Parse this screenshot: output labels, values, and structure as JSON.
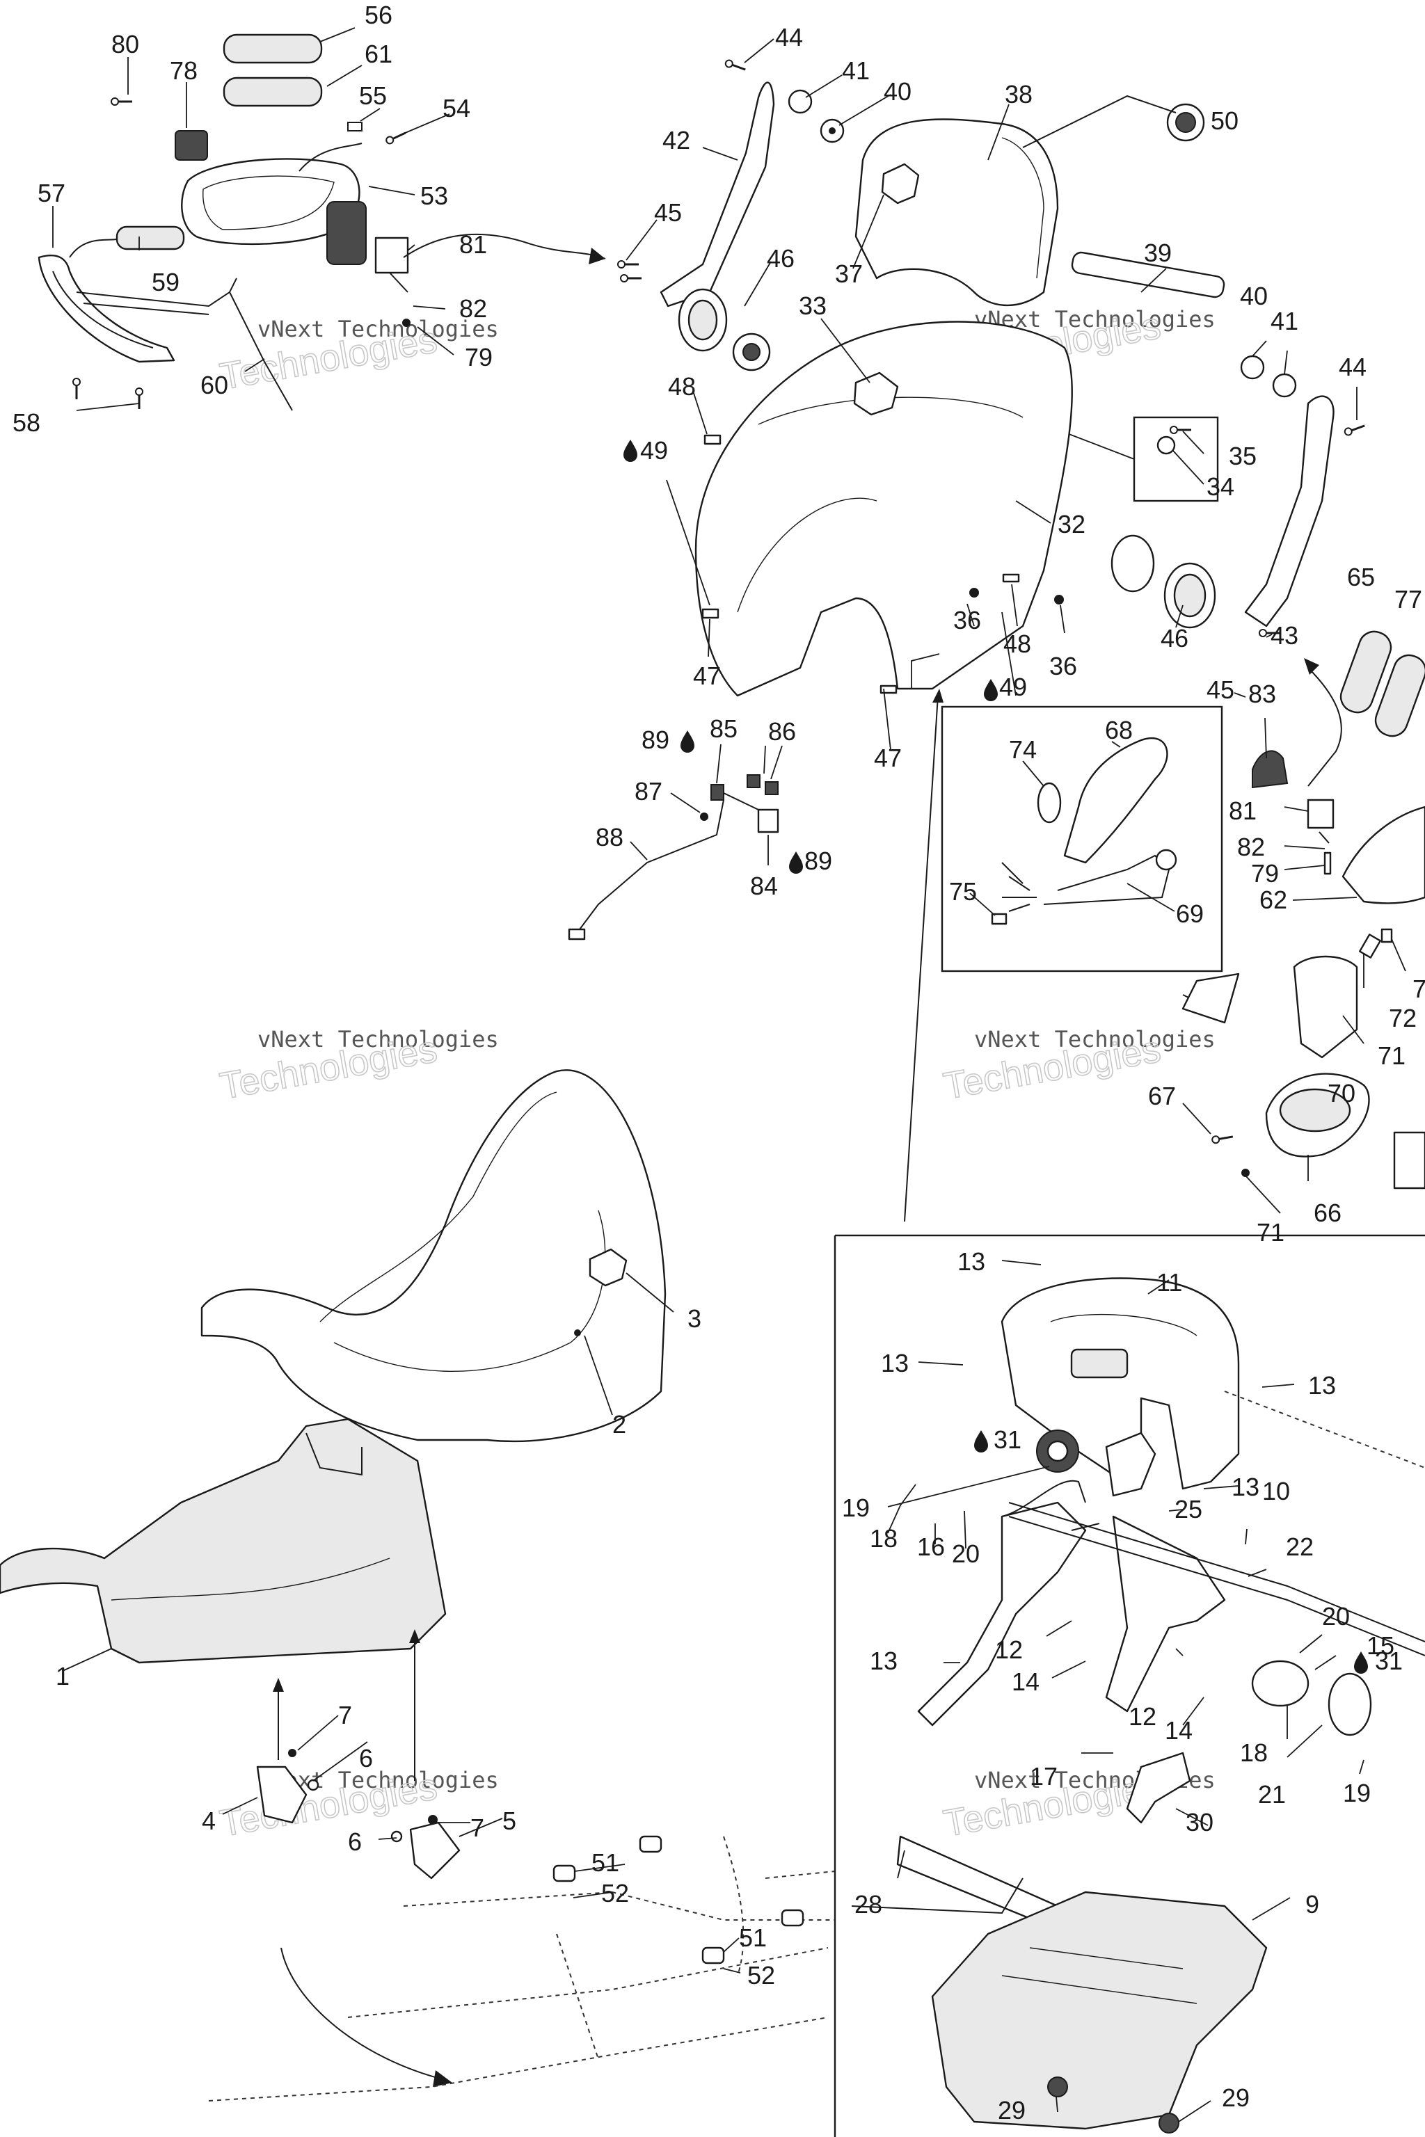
{
  "watermark": {
    "line1": "vNext Technologies",
    "line2": "Technologies"
  },
  "labels": [
    {
      "id": "80",
      "text": "80"
    },
    {
      "id": "78",
      "text": "78"
    },
    {
      "id": "56",
      "text": "56"
    },
    {
      "id": "61",
      "text": "61"
    },
    {
      "id": "55",
      "text": "55"
    },
    {
      "id": "54",
      "text": "54"
    },
    {
      "id": "53",
      "text": "53"
    },
    {
      "id": "57",
      "text": "57"
    },
    {
      "id": "59",
      "text": "59"
    },
    {
      "id": "81a",
      "text": "81"
    },
    {
      "id": "82a",
      "text": "82"
    },
    {
      "id": "79a",
      "text": "79"
    },
    {
      "id": "60",
      "text": "60"
    },
    {
      "id": "58",
      "text": "58"
    },
    {
      "id": "44a",
      "text": "44"
    },
    {
      "id": "41a",
      "text": "41"
    },
    {
      "id": "40a",
      "text": "40"
    },
    {
      "id": "38",
      "text": "38"
    },
    {
      "id": "50",
      "text": "50"
    },
    {
      "id": "42",
      "text": "42"
    },
    {
      "id": "45a",
      "text": "45"
    },
    {
      "id": "46a",
      "text": "46"
    },
    {
      "id": "37",
      "text": "37"
    },
    {
      "id": "39",
      "text": "39"
    },
    {
      "id": "33",
      "text": "33"
    },
    {
      "id": "40b",
      "text": "40"
    },
    {
      "id": "41b",
      "text": "41"
    },
    {
      "id": "44b",
      "text": "44"
    },
    {
      "id": "48a",
      "text": "48"
    },
    {
      "id": "49a",
      "text": "49"
    },
    {
      "id": "35",
      "text": "35"
    },
    {
      "id": "34",
      "text": "34"
    },
    {
      "id": "32",
      "text": "32"
    },
    {
      "id": "65",
      "text": "65"
    },
    {
      "id": "77",
      "text": "77"
    },
    {
      "id": "36a",
      "text": "36"
    },
    {
      "id": "48b",
      "text": "48"
    },
    {
      "id": "36b",
      "text": "36"
    },
    {
      "id": "46b",
      "text": "46"
    },
    {
      "id": "43",
      "text": "43"
    },
    {
      "id": "47a",
      "text": "47"
    },
    {
      "id": "49b",
      "text": "49"
    },
    {
      "id": "45b",
      "text": "45"
    },
    {
      "id": "83",
      "text": "83"
    },
    {
      "id": "89a",
      "text": "89"
    },
    {
      "id": "85",
      "text": "85"
    },
    {
      "id": "86",
      "text": "86"
    },
    {
      "id": "87",
      "text": "87"
    },
    {
      "id": "88",
      "text": "88"
    },
    {
      "id": "84",
      "text": "84"
    },
    {
      "id": "89b",
      "text": "89"
    },
    {
      "id": "47b",
      "text": "47"
    },
    {
      "id": "74",
      "text": "74"
    },
    {
      "id": "68",
      "text": "68"
    },
    {
      "id": "75",
      "text": "75"
    },
    {
      "id": "69",
      "text": "69"
    },
    {
      "id": "81b",
      "text": "81"
    },
    {
      "id": "82b",
      "text": "82"
    },
    {
      "id": "79b",
      "text": "79"
    },
    {
      "id": "62",
      "text": "62"
    },
    {
      "id": "7a",
      "text": "7"
    },
    {
      "id": "72",
      "text": "72"
    },
    {
      "id": "71a",
      "text": "71"
    },
    {
      "id": "70",
      "text": "70"
    },
    {
      "id": "67",
      "text": "67"
    },
    {
      "id": "66",
      "text": "66"
    },
    {
      "id": "71b",
      "text": "71"
    },
    {
      "id": "3",
      "text": "3"
    },
    {
      "id": "2",
      "text": "2"
    },
    {
      "id": "13a",
      "text": "13"
    },
    {
      "id": "11",
      "text": "11"
    },
    {
      "id": "13b",
      "text": "13"
    },
    {
      "id": "13c",
      "text": "13"
    },
    {
      "id": "31a",
      "text": "31"
    },
    {
      "id": "13d",
      "text": "13"
    },
    {
      "id": "19a",
      "text": "19"
    },
    {
      "id": "18a",
      "text": "18"
    },
    {
      "id": "16",
      "text": "16"
    },
    {
      "id": "20a",
      "text": "20"
    },
    {
      "id": "25",
      "text": "25"
    },
    {
      "id": "10",
      "text": "10"
    },
    {
      "id": "22",
      "text": "22"
    },
    {
      "id": "1",
      "text": "1"
    },
    {
      "id": "20b",
      "text": "20"
    },
    {
      "id": "15",
      "text": "15"
    },
    {
      "id": "31b",
      "text": "31"
    },
    {
      "id": "13e",
      "text": "13"
    },
    {
      "id": "12a",
      "text": "12"
    },
    {
      "id": "14a",
      "text": "14"
    },
    {
      "id": "12b",
      "text": "12"
    },
    {
      "id": "14b",
      "text": "14"
    },
    {
      "id": "18b",
      "text": "18"
    },
    {
      "id": "7b",
      "text": "7"
    },
    {
      "id": "6a",
      "text": "6"
    },
    {
      "id": "4",
      "text": "4"
    },
    {
      "id": "7c",
      "text": "7"
    },
    {
      "id": "5",
      "text": "5"
    },
    {
      "id": "6b",
      "text": "6"
    },
    {
      "id": "17",
      "text": "17"
    },
    {
      "id": "21",
      "text": "21"
    },
    {
      "id": "19b",
      "text": "19"
    },
    {
      "id": "30",
      "text": "30"
    },
    {
      "id": "51a",
      "text": "51"
    },
    {
      "id": "52a",
      "text": "52"
    },
    {
      "id": "28",
      "text": "28"
    },
    {
      "id": "9",
      "text": "9"
    },
    {
      "id": "51b",
      "text": "51"
    },
    {
      "id": "52b",
      "text": "52"
    },
    {
      "id": "29a",
      "text": "29"
    },
    {
      "id": "29b",
      "text": "29"
    }
  ]
}
